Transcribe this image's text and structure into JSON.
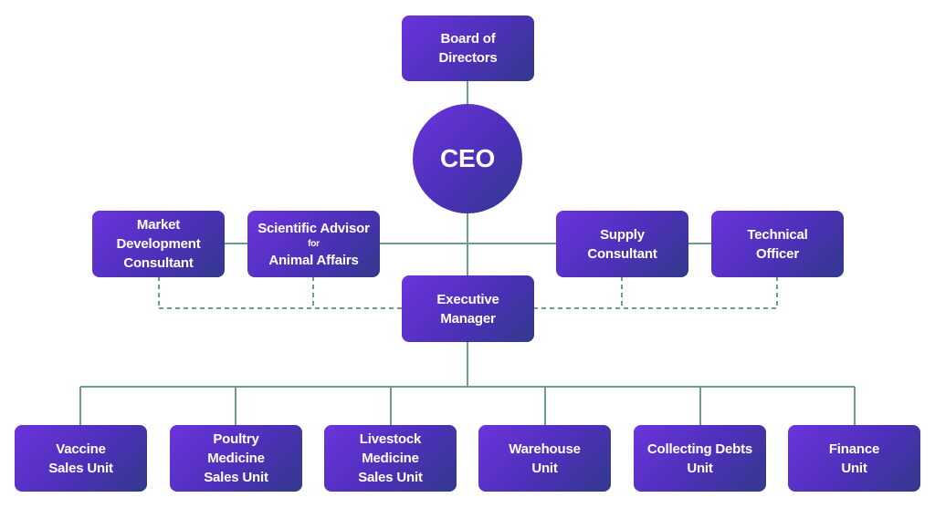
{
  "colors": {
    "box_gradient_start": "#6a34dd",
    "box_gradient_end": "#323a8c",
    "connector": "#6f9b8e",
    "text": "#ffffff"
  },
  "board": {
    "lines": [
      "Board of",
      "Directors"
    ]
  },
  "ceo": {
    "label": "CEO"
  },
  "advisors_left": [
    {
      "lines": [
        "Market",
        "Development",
        "Consultant"
      ]
    },
    {
      "lines": [
        "Scientific Advisor",
        "for",
        "Animal Affairs"
      ]
    }
  ],
  "advisors_right": [
    {
      "lines": [
        "Supply",
        "Consultant"
      ]
    },
    {
      "lines": [
        "Technical",
        "Officer"
      ]
    }
  ],
  "executive": {
    "lines": [
      "Executive",
      "Manager"
    ]
  },
  "units": [
    {
      "lines": [
        "Vaccine",
        "Sales Unit"
      ]
    },
    {
      "lines": [
        "Poultry",
        "Medicine",
        "Sales Unit"
      ]
    },
    {
      "lines": [
        "Livestock",
        "Medicine",
        "Sales Unit"
      ]
    },
    {
      "lines": [
        "Warehouse",
        "Unit"
      ]
    },
    {
      "lines": [
        "Collecting Debts",
        "Unit"
      ]
    },
    {
      "lines": [
        "Finance",
        "Unit"
      ]
    }
  ]
}
